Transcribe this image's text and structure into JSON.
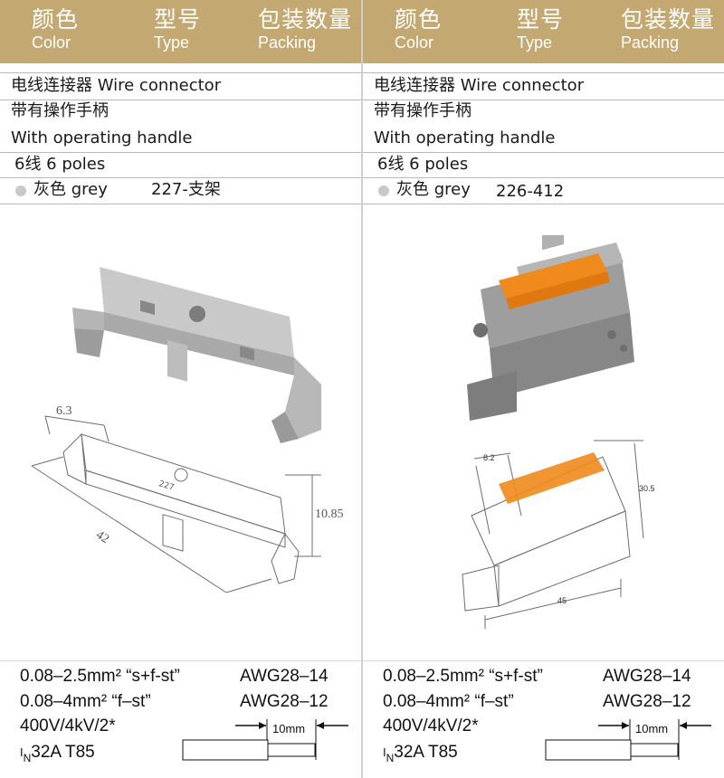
{
  "header": {
    "color_cn": "颜色",
    "color_en": "Color",
    "type_cn": "型号",
    "type_en": "Type",
    "packing_cn": "包装数量",
    "packing_en": "Packing"
  },
  "products": [
    {
      "title": "电线连接器 Wire connector",
      "feature_cn": "带有操作手柄",
      "feature_en": "With operating handle",
      "poles": "6线 6 poles",
      "color": "灰色 grey",
      "type": "227-支架",
      "drawing_code": "227",
      "dims": {
        "width": "6.3",
        "length": "42",
        "height": "10.85"
      },
      "specs": {
        "line1": "0.08–2.5mm² “s+f-st”",
        "awg1": "AWG28–14",
        "line2": "0.08–4mm² “f–st”",
        "awg2": "AWG28–12",
        "line3": "400V/4kV/2*",
        "current_symbol": "I",
        "current_sub": "N",
        "line4": "32A  T85",
        "strip": "10mm"
      }
    },
    {
      "title": "电线连接器 Wire connector",
      "feature_cn": "带有操作手柄",
      "feature_en": "With operating handle",
      "poles": "6线 6 poles",
      "color": "灰色 grey",
      "type": "226-412",
      "dims": {
        "width": "8.2",
        "length": "45",
        "height": "30.5"
      },
      "specs": {
        "line1": "0.08–2.5mm² “s+f-st”",
        "awg1": "AWG28–14",
        "line2": "0.08–4mm² “f–st”",
        "awg2": "AWG28–12",
        "line3": "400V/4kV/2*",
        "current_symbol": "I",
        "current_sub": "N",
        "line4": "32A  T85",
        "strip": "10mm"
      }
    }
  ],
  "colors": {
    "header": "#c3a871",
    "grey_dot": "#c9c9c9",
    "accent_orange": "#f08a1c",
    "body_grey": "#9c9c9c"
  }
}
